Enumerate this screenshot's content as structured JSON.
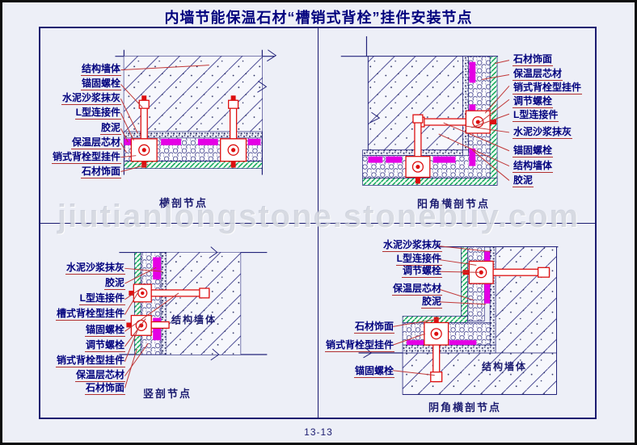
{
  "page": {
    "title": "内墙节能保温石材“槽销式背栓”挂件安装节点",
    "watermark": "jiutianlongstone.stonebuy.com",
    "page_number": "13-13"
  },
  "colors": {
    "background": "#edeff7",
    "frame": "#1b1b70",
    "label_text": "#00007d",
    "leader_line": "#c03636",
    "hardware_red": "#dd0f0f",
    "adhesive_magenta": "#e500e5",
    "stone_green": "#00a050"
  },
  "quadrants": {
    "top_left": {
      "caption": "横剖节点",
      "labels": [
        "结构墙体",
        "锚固螺栓",
        "水泥沙浆抹灰",
        "L型连接件",
        "胶泥",
        "保温层芯材",
        "销式背栓型挂件",
        "石材饰面"
      ]
    },
    "top_right": {
      "caption": "阳角横剖节点",
      "labels": [
        "石材饰面",
        "保温层芯材",
        "销式背栓型挂件",
        "调节螺栓",
        "L型连接件",
        "水泥沙浆抹灰",
        "锚固螺栓",
        "结构墙体",
        "胶泥"
      ]
    },
    "bottom_left": {
      "caption": "竖剖节点",
      "wall_label": "结构墙体",
      "labels": [
        "水泥沙浆抹灰",
        "胶泥",
        "L型连接件",
        "槽式背栓型挂件",
        "锚固螺栓",
        "调节螺栓",
        "销式背栓型挂件",
        "保温层芯材",
        "石材饰面"
      ]
    },
    "bottom_right": {
      "caption": "阴角横剖节点",
      "wall_label": "结构墙体",
      "labels": [
        "水泥沙浆抹灰",
        "L型连接件",
        "调节螺栓",
        "保温层芯材",
        "胶泥",
        "石材饰面",
        "销式背栓型挂件",
        "锚固螺栓"
      ]
    }
  }
}
